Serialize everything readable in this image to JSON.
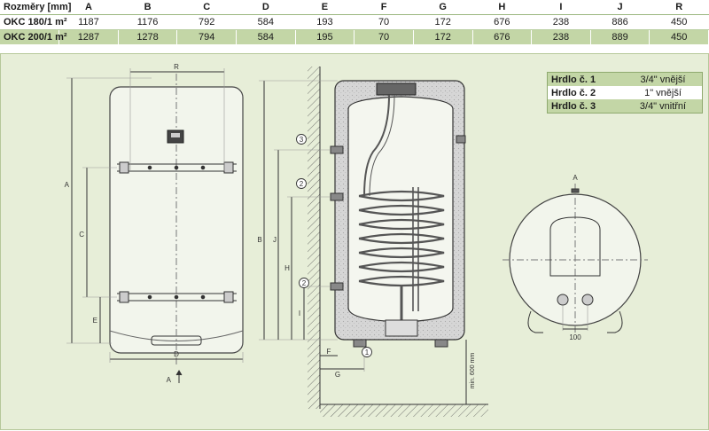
{
  "table": {
    "header": [
      "Rozměry [mm]",
      "A",
      "B",
      "C",
      "D",
      "E",
      "F",
      "G",
      "H",
      "I",
      "J",
      "R"
    ],
    "rows": [
      [
        "OKC 180/1 m²",
        "1187",
        "1176",
        "792",
        "584",
        "193",
        "70",
        "172",
        "676",
        "238",
        "886",
        "450"
      ],
      [
        "OKC 200/1 m²",
        "1287",
        "1278",
        "794",
        "584",
        "195",
        "70",
        "172",
        "676",
        "238",
        "889",
        "450"
      ]
    ]
  },
  "legend": [
    {
      "name": "Hrdlo č. 1",
      "value": "3/4\" vnější"
    },
    {
      "name": "Hrdlo č. 2",
      "value": "1\" vnější"
    },
    {
      "name": "Hrdlo č. 3",
      "value": "3/4\" vnitřní"
    }
  ],
  "front_view": {
    "dim_r": "R",
    "dim_a": "A",
    "dim_c": "C",
    "dim_e": "E",
    "dim_d": "D",
    "view_arrow": "A"
  },
  "section_view": {
    "dim_b": "B",
    "dim_j": "J",
    "dim_h": "H",
    "dim_i": "I",
    "dim_f": "F",
    "dim_g": "G",
    "min_clearance": "min. 600 mm",
    "outlet_1": "1",
    "outlet_2": "2",
    "outlet_2b": "2",
    "outlet_3": "3"
  },
  "top_view": {
    "view_label": "A",
    "dim_100": "100"
  },
  "colors": {
    "panel_bg": "#e7eed8",
    "row_green": "#c3d6a6",
    "insulation": "#d8d8d8",
    "line": "#333333"
  }
}
